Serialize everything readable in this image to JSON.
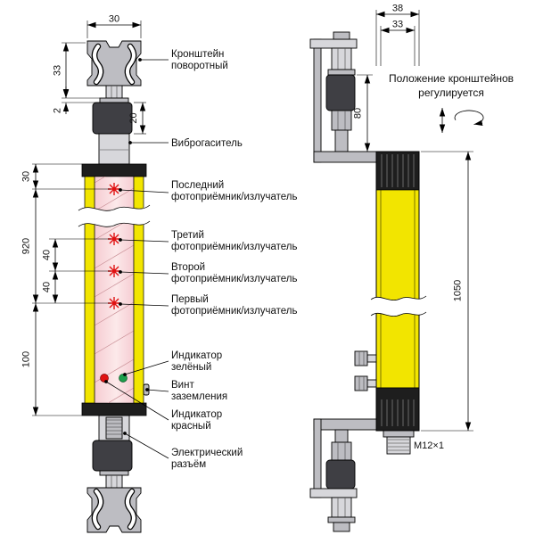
{
  "front": {
    "dim_bracket_width": "30",
    "dim_bracket_height": "33",
    "dim_washer": "2",
    "dim_damper": "20",
    "dim_top_offset": "30",
    "dim_span": "920",
    "dim_pitch_a": "40",
    "dim_pitch_b": "40",
    "dim_bottom_offset": "100",
    "label_bracket_1": "Кронштейн",
    "label_bracket_2": "поворотный",
    "label_damper": "Виброгаситель",
    "label_last_1": "Последний",
    "label_last_2": "фотоприёмник/излучатель",
    "label_third_1": "Третий",
    "label_third_2": "фотоприёмник/излучатель",
    "label_second_1": "Второй",
    "label_second_2": "фотоприёмник/излучатель",
    "label_first_1": "Первый",
    "label_first_2": "фотоприёмник/излучатель",
    "label_green_1": "Индикатор",
    "label_green_2": "зелёный",
    "label_ground_1": "Винт",
    "label_ground_2": "заземления",
    "label_red_1": "Индикатор",
    "label_red_2": "красный",
    "label_connector_1": "Электрический",
    "label_connector_2": "разъём"
  },
  "side": {
    "dim_depth": "38",
    "dim_inner": "33",
    "dim_offset": "80",
    "dim_height": "1050",
    "thread": "M12×1",
    "note_1": "Положение кронштейнов",
    "note_2": "регулируется"
  },
  "colors": {
    "body_yellow": "#f2e500",
    "interior_pink": "#f6ccd2",
    "interior_pink_light": "#fce9ea",
    "cap_black": "#1e1e1e",
    "damper_dark": "#3f3f44",
    "metal_gray": "#bdbdc2",
    "metal_light": "#d7d7db",
    "beam_red": "#e01212",
    "indicator_red": "#e01212",
    "indicator_green": "#1d9e4b"
  }
}
